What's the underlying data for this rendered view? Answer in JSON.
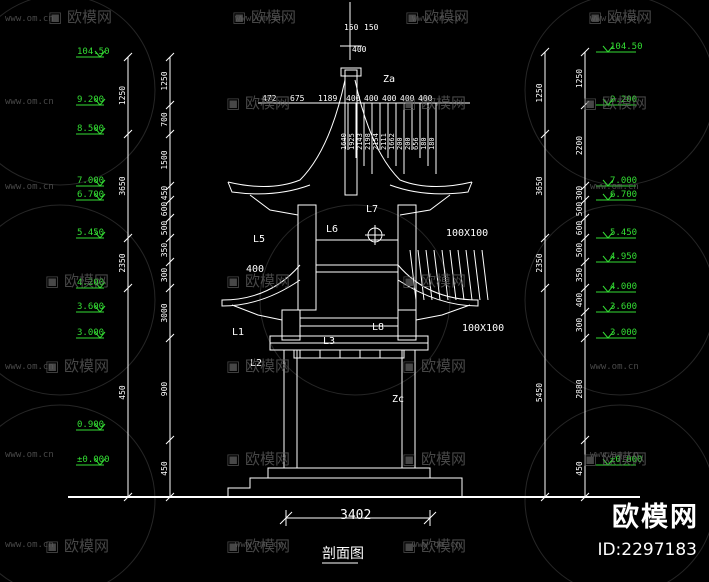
{
  "colors": {
    "background": "#000000",
    "line": "#ffffff",
    "dim": "#e8e8e8",
    "level": "#33dd33",
    "watermark": "#5f5f5f"
  },
  "drawing": {
    "title": "剖面图",
    "overall_width": "3402",
    "top_dims": [
      "150",
      "150",
      "400"
    ],
    "upper_row_dims": [
      "472",
      "675",
      "1189",
      "400",
      "400",
      "400",
      "400",
      "400"
    ],
    "vertical_dims": [
      "1640",
      "1925",
      "2143",
      "2198",
      "2154",
      "2111",
      "1662",
      "200",
      "200",
      "656",
      "180",
      "180"
    ],
    "labels": [
      "Za",
      "L6",
      "L7",
      "L5",
      "400",
      "L1",
      "L3",
      "L8",
      "L2",
      "Zc",
      "100X100",
      "100X100"
    ],
    "left_levels": [
      "104.50",
      "9.200",
      "8.500",
      "7.000",
      "6.700",
      "5.450",
      "4.200",
      "3.600",
      "3.000",
      "0.900",
      "±0.000"
    ],
    "right_levels": [
      "104.50",
      "9.200",
      "7.000",
      "6.700",
      "5.450",
      "4.950",
      "4.000",
      "3.600",
      "3.000",
      "±0.000"
    ],
    "left_dims_outer": [
      "1250",
      "3650",
      "2350",
      "450"
    ],
    "left_dims_inner": [
      "1250",
      "700",
      "1500",
      "450",
      "600",
      "500",
      "350",
      "300",
      "3000",
      "900",
      "450"
    ],
    "right_dims_outer": [
      "1250",
      "3650",
      "2350",
      "5450"
    ],
    "right_dims_inner": [
      "1250",
      "2200",
      "300",
      "500",
      "600",
      "500",
      "350",
      "400",
      "300",
      "2880",
      "450"
    ]
  },
  "watermarks": {
    "brand": "欧模网",
    "url": "www.om.cn"
  },
  "branding": {
    "logo": "欧模网",
    "id": "ID:2297183"
  }
}
